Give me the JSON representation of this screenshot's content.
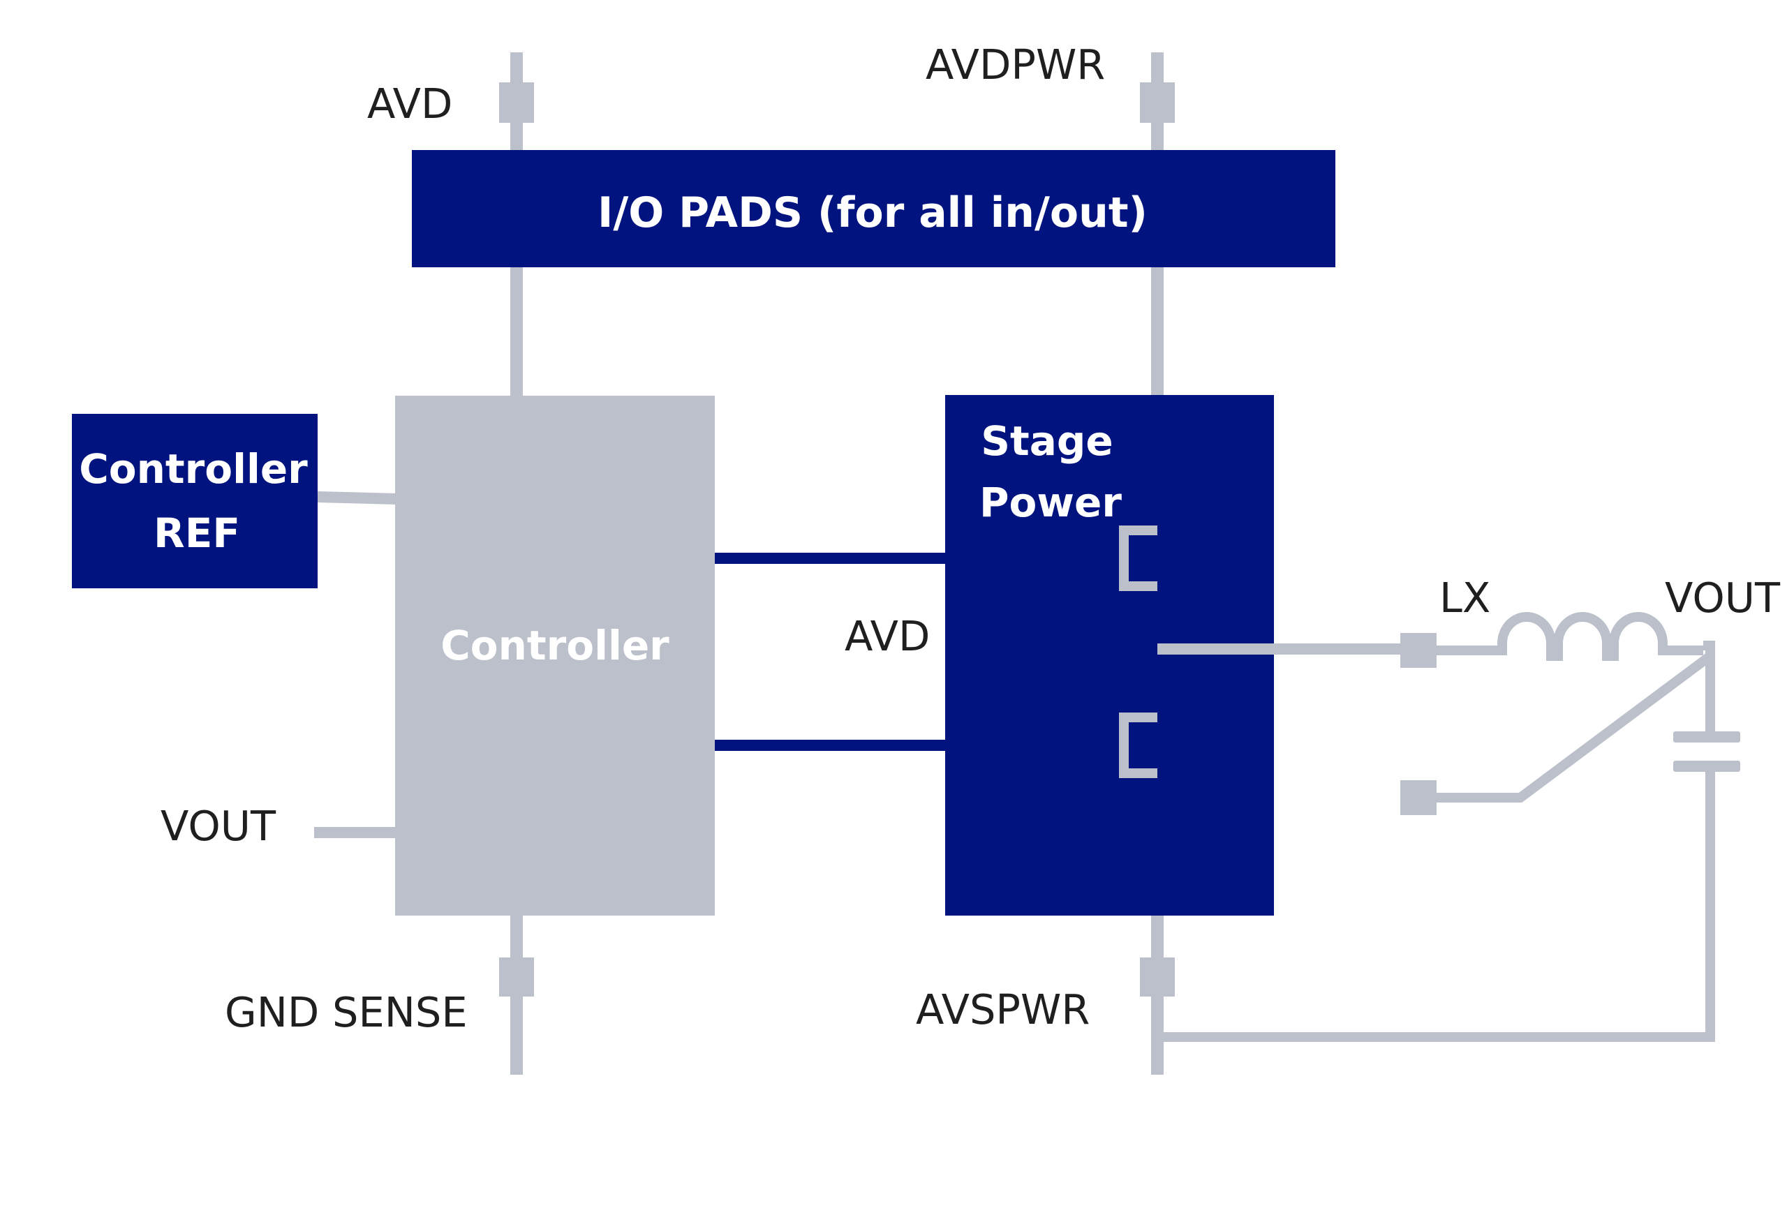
{
  "blocks": {
    "io_pads": "I/O PADS (for all in/out)",
    "controller_ref_line1": "Controller",
    "controller_ref_line2": "REF",
    "controller": "Controller",
    "stage_power_line1": "Stage",
    "stage_power_line2": "Power"
  },
  "labels": {
    "avd_top": "AVD",
    "avdpwr": "AVDPWR",
    "avd_mid": "AVD",
    "vout_left": "VOUT",
    "gnd_sense": "GND SENSE",
    "avspwr": "AVSPWR",
    "lx": "LX",
    "vout_right": "VOUT"
  },
  "colors": {
    "navy": "#00137f",
    "gray": "#bcc0cb",
    "text": "#1f1f1f"
  }
}
